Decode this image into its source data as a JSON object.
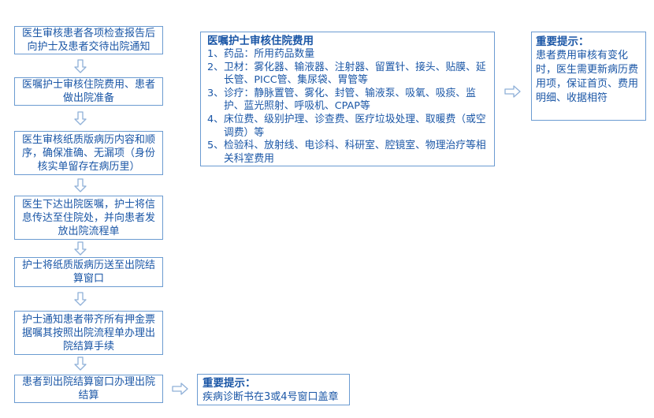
{
  "steps": [
    "医生审核患者各项检查报告后向护士及患者交待出院通知",
    "医嘱护士审核住院费用、患者做出院准备",
    "医生审核纸质版病历内容和顺序，确保准确、无漏项（身份核实单留存在病历里）",
    "医生下达出院医嘱，护士将信息传达至住院处，并向患者发放出院流程单",
    "护士将纸质版病历送至出院结算窗口",
    "护士通知患者带齐所有押金票据嘱其按照出院流程单办理出院结算手续",
    "患者到出院结算窗口办理出院结算"
  ],
  "fee_panel": {
    "title": "医嘱护士审核住院费用",
    "items": [
      {
        "num": "1、",
        "text": "药品：所用药品数量"
      },
      {
        "num": "2、",
        "text": "卫材：雾化器、输液器、注射器、留置针、接头、贴膜、延长管、PICC管、集尿袋、胃管等"
      },
      {
        "num": "3、",
        "text": "诊疗：静脉置管、雾化、封管、输液泵、吸氧、吸痰、监护、蓝光照射、呼吸机、CPAP等"
      },
      {
        "num": "4、",
        "text": "床位费、级别护理、诊查费、医疗垃圾处理、取暖费（或空调费）等"
      },
      {
        "num": "5、",
        "text": "检验科、放射线、电诊科、科研室、腔镜室、物理治疗等相关科室费用"
      }
    ]
  },
  "note_fee": {
    "title": "重要提示：",
    "text": "患者费用审核有变化时，医生需更新病历费用项，保证首页、费用明细、收据相符"
  },
  "note_window": {
    "title": "重要提示：",
    "text": "疾病诊断书在3或4号窗口盖章"
  },
  "colors": {
    "text": "#1a56a6",
    "border": "#6b9bd1",
    "arrow": "#8fb0d8"
  },
  "icons": {
    "down_arrow": "outlined-down-arrow-icon",
    "right_arrow": "outlined-right-arrow-icon"
  }
}
